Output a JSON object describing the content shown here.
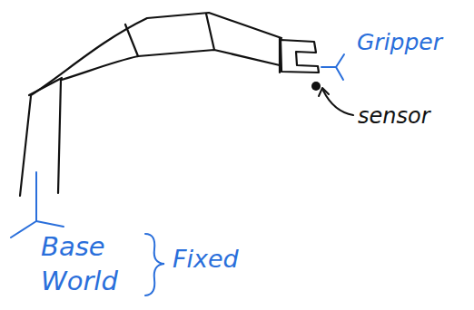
{
  "diagram": {
    "labels": [
      "Gripper",
      "sensor",
      "Base",
      "World",
      "Fixed"
    ]
  }
}
